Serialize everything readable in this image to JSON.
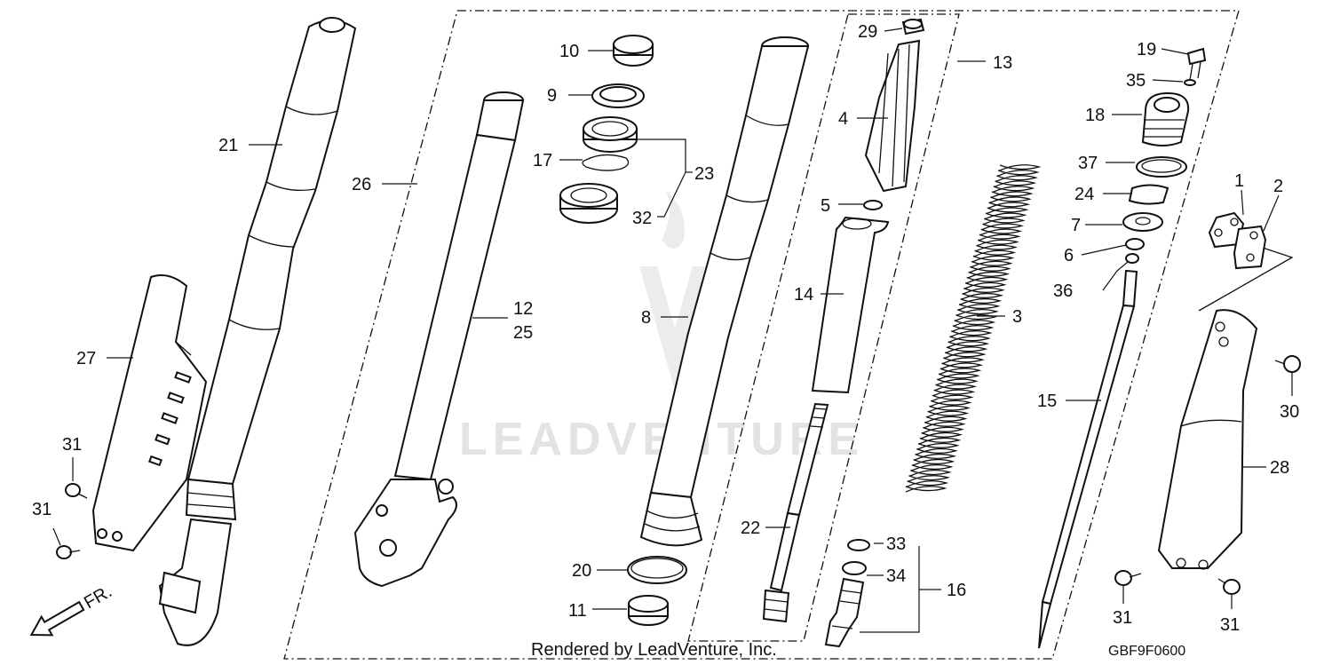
{
  "footer": {
    "rendered_by": "Rendered by LeadVenture, Inc.",
    "diagram_code": "GBF9F0600"
  },
  "watermark": "LEADVENTURE",
  "direction_indicator": "FR.",
  "callouts": {
    "c1": "1",
    "c2": "2",
    "c3": "3",
    "c4": "4",
    "c5": "5",
    "c6": "6",
    "c7": "7",
    "c8": "8",
    "c9": "9",
    "c10": "10",
    "c11": "11",
    "c12": "12",
    "c13": "13",
    "c14": "14",
    "c15": "15",
    "c16": "16",
    "c17": "17",
    "c18": "18",
    "c19": "19",
    "c20": "20",
    "c21": "21",
    "c22": "22",
    "c23": "23",
    "c24": "24",
    "c25": "25",
    "c26": "26",
    "c27": "27",
    "c28": "28",
    "c29": "29",
    "c30": "30",
    "c31a": "31",
    "c31b": "31",
    "c31c": "31",
    "c31d": "31",
    "c32": "32",
    "c33": "33",
    "c34": "34",
    "c35": "35",
    "c36": "36",
    "c37": "37"
  },
  "colors": {
    "line": "#111111",
    "watermark": "#e3e3e3",
    "background": "#ffffff"
  }
}
